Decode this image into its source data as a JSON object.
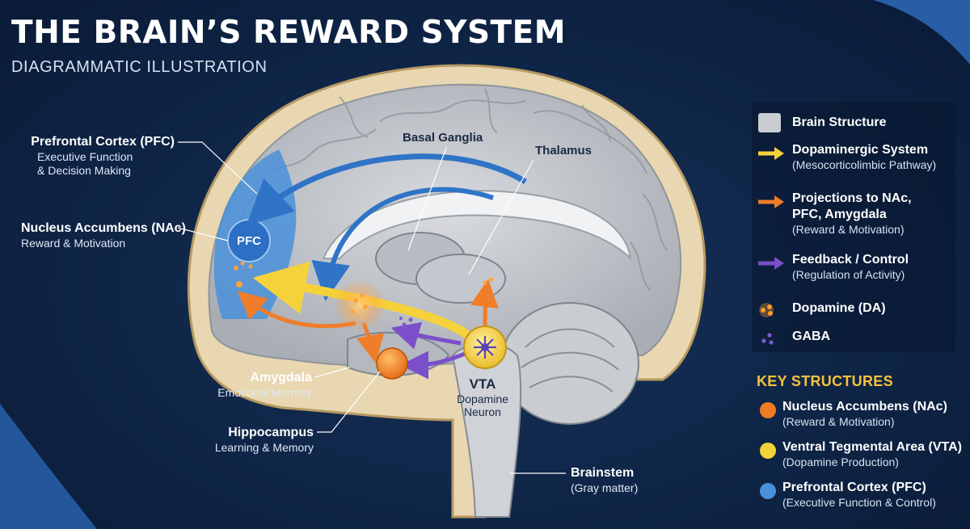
{
  "header": {
    "title": "THE BRAIN’S REWARD SYSTEM",
    "subtitle": "DIAGRAMMATIC ILLUSTRATION"
  },
  "labels": {
    "pfc": {
      "title": "Prefrontal Cortex (PFC)",
      "line1": "Executive Function",
      "line2": "& Decision Making"
    },
    "nac": {
      "title": "Nucleus Accumbens (NAc)",
      "line1": "Reward & Motivation"
    },
    "amygdala": {
      "title": "Amygdala",
      "line1": "Emotional Memory"
    },
    "hippocampus": {
      "title": "Hippocampus",
      "line1": "Learning & Memory"
    },
    "basal_ganglia": {
      "title": "Basal Ganglia"
    },
    "thalamus": {
      "title": "Thalamus"
    },
    "brainstem": {
      "title": "Brainstem",
      "line1": "(Gray matter)"
    },
    "vta": {
      "title": "VTA",
      "line1": "Dopamine",
      "line2": "Neuron"
    },
    "pfc_badge": "PFC"
  },
  "legend": {
    "items": [
      {
        "title": "Brain Structure",
        "sub": ""
      },
      {
        "title": "Dopaminergic System",
        "sub": "(Mesocorticolimbic Pathway)"
      },
      {
        "title": "Projections to NAc,",
        "title2": "PFC, Amygdala",
        "sub": "(Reward & Motivation)"
      },
      {
        "title": "Feedback / Control",
        "sub": "(Regulation of Activity)"
      },
      {
        "title": "Dopamine (DA)",
        "sub": ""
      },
      {
        "title": "GABA",
        "sub": ""
      }
    ]
  },
  "key_structures": {
    "heading": "KEY STRUCTURES",
    "items": [
      {
        "title": "Nucleus Accumbens (NAc)",
        "sub": "(Reward & Motivation)"
      },
      {
        "title": "Ventral Tegmental Area (VTA)",
        "sub": "(Dopamine Production)"
      },
      {
        "title": "Prefrontal Cortex (PFC)",
        "sub": "(Executive Function & Control)"
      }
    ]
  },
  "colors": {
    "background": "#0f2547",
    "brain_gray": "#c9ccd1",
    "skull": "#e8d7b0",
    "pfc_blue": "#4a90d9",
    "dopamine_yellow": "#f5d23a",
    "projection_orange": "#ef8a3a",
    "feedback_purple": "#7b4fc9",
    "nac_orange": "#f07d22",
    "key_heading": "#f5c23a"
  }
}
